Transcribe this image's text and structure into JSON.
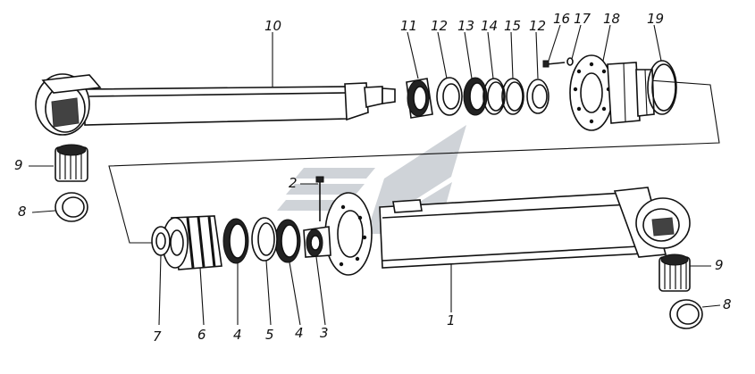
{
  "labels": {
    "p1": "1",
    "p2": "2",
    "p3": "3",
    "p4a": "4",
    "p4b": "4",
    "p5": "5",
    "p6": "6",
    "p7": "7",
    "p8a": "8",
    "p8b": "8",
    "p9a": "9",
    "p9b": "9",
    "p10": "10",
    "p11": "11",
    "p12a": "12",
    "p12b": "12",
    "p13": "13",
    "p14": "14",
    "p15": "15",
    "p16": "16",
    "p17": "17",
    "p18": "18",
    "p19": "19"
  },
  "colors": {
    "ink": "#111111",
    "watermark": "#cfd3d8",
    "background": "#ffffff"
  }
}
